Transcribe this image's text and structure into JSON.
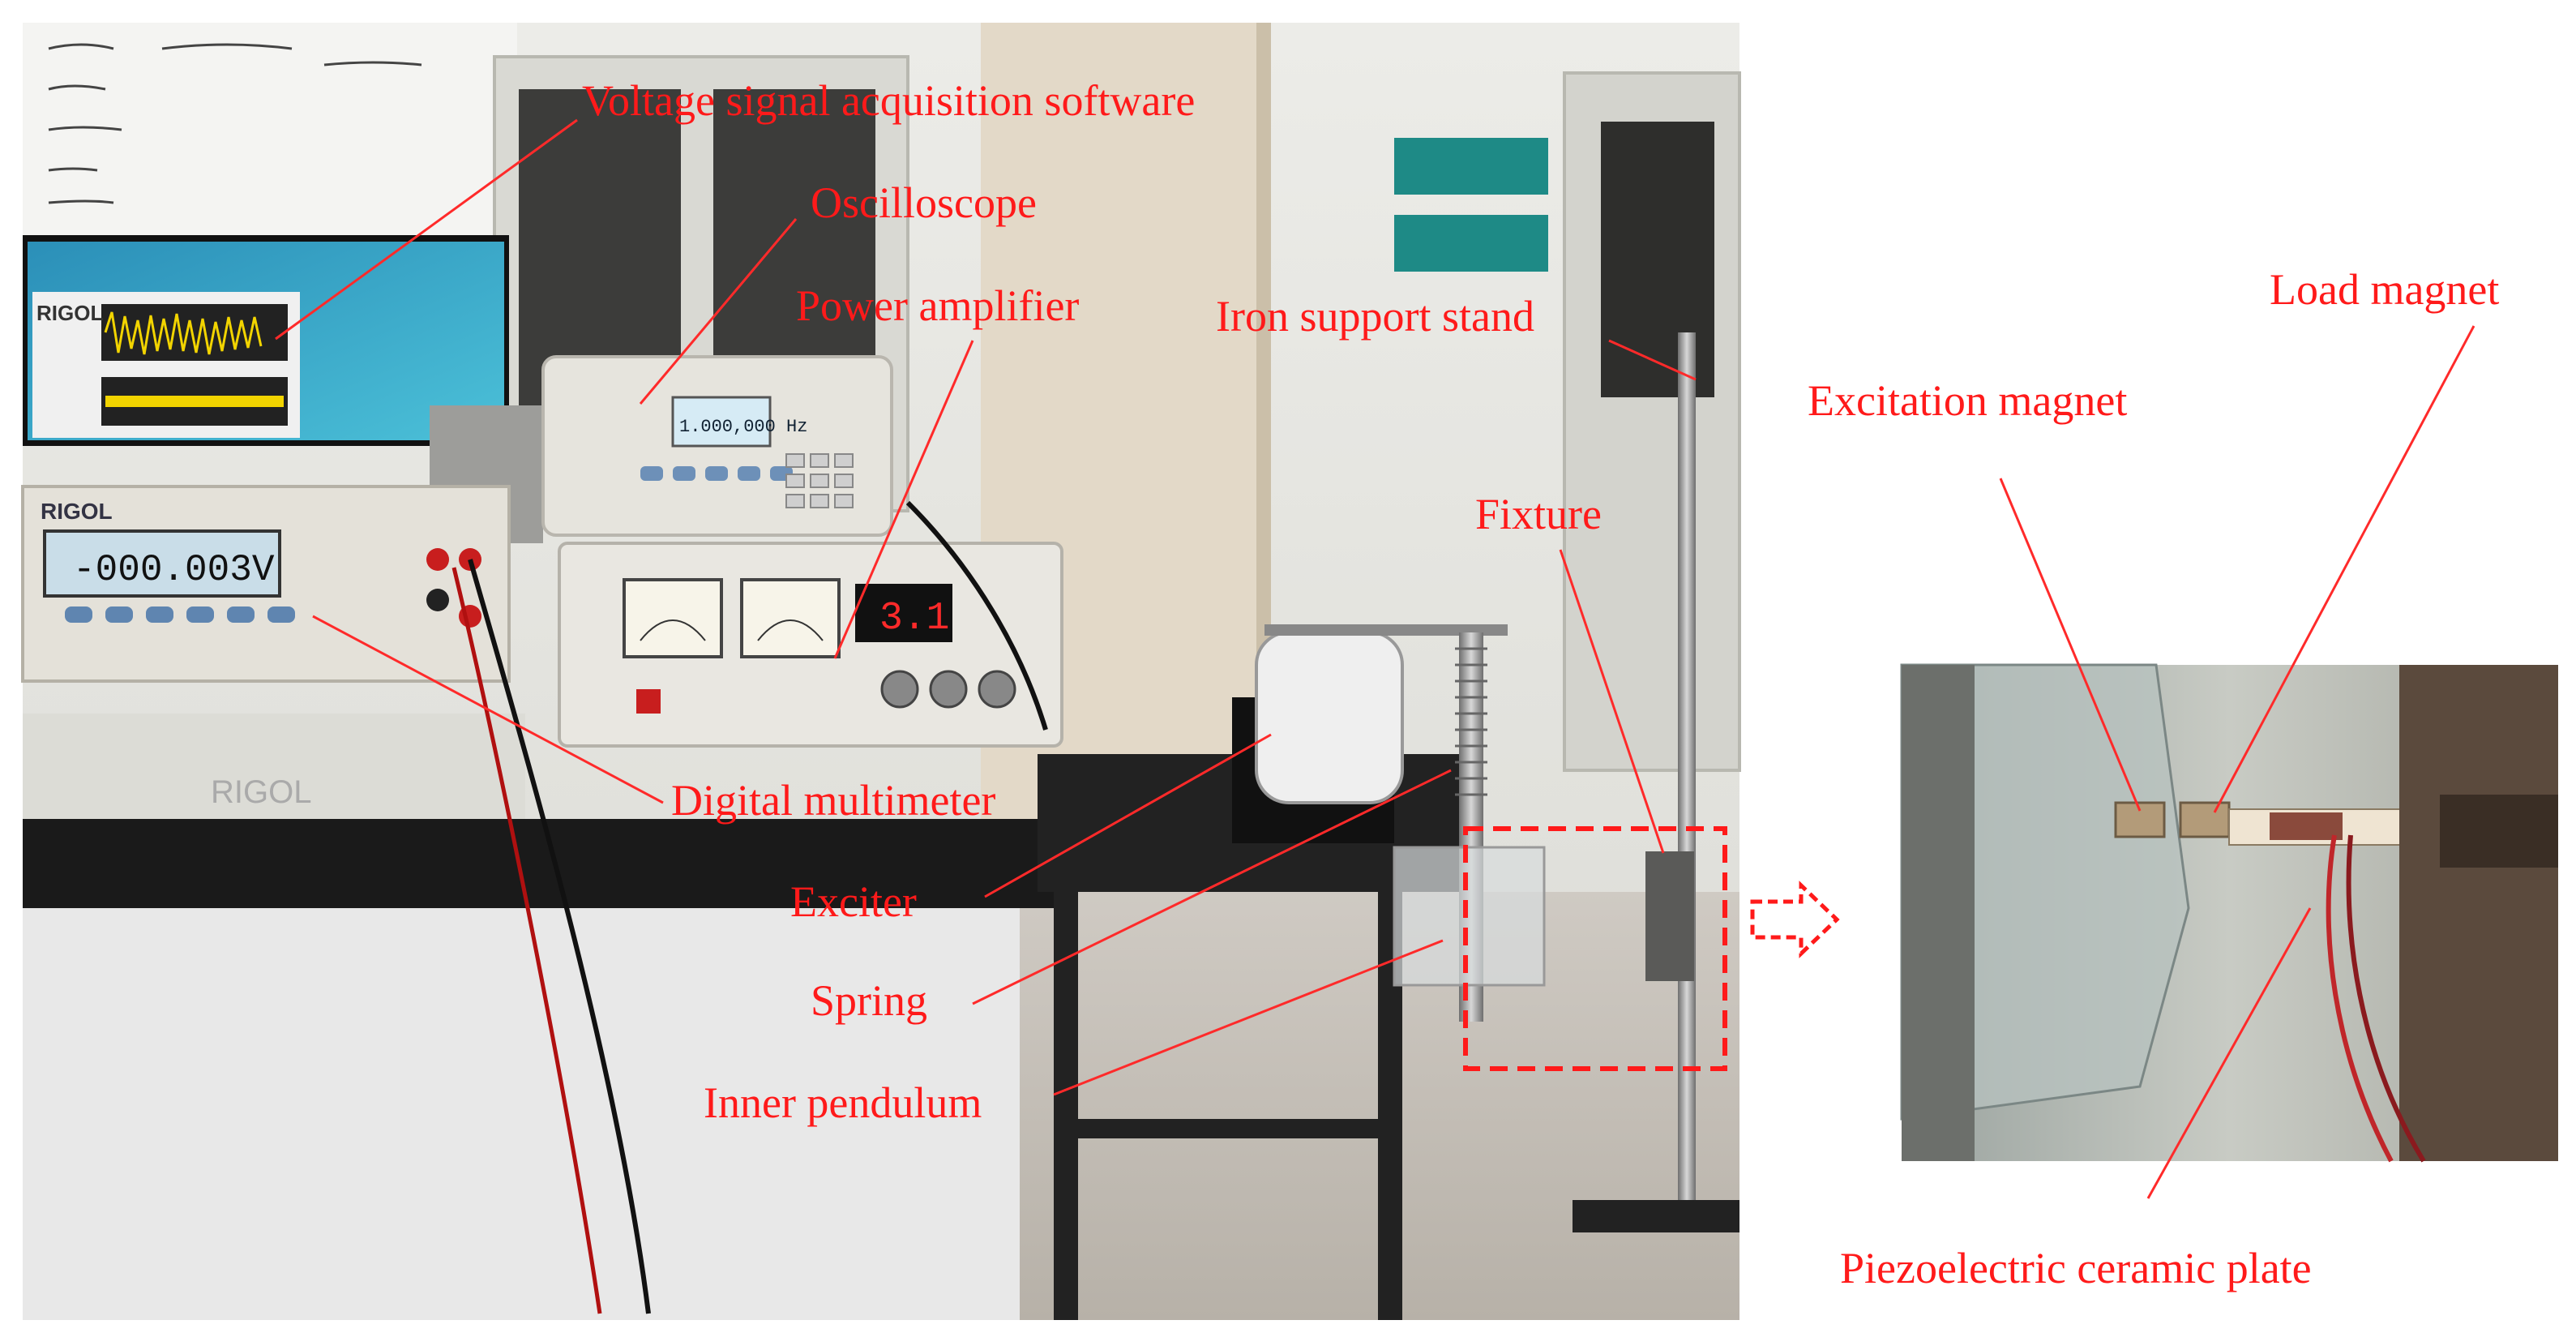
{
  "labels": {
    "software": "Voltage signal acquisition software",
    "oscilloscope": "Oscilloscope",
    "power_amplifier": "Power amplifier",
    "iron_support_stand": "Iron support stand",
    "load_magnet": "Load magnet",
    "excitation_magnet": "Excitation magnet",
    "fixture": "Fixture",
    "digital_multimeter": "Digital multimeter",
    "exciter": "Exciter",
    "spring": "Spring",
    "inner_pendulum": "Inner pendulum",
    "piezo_plate": "Piezoelectric ceramic plate"
  },
  "screen_text": {
    "multimeter_brand": "RIGOL",
    "multimeter_reading": "-000.003V",
    "siggen_reading": "1.000,000 Hz",
    "amp_display": "3.1",
    "bench_brand": "RIGOL",
    "monitor_brand": "RIGOL"
  },
  "colors": {
    "annotation": "#ff1a1a",
    "background": "#ffffff"
  }
}
